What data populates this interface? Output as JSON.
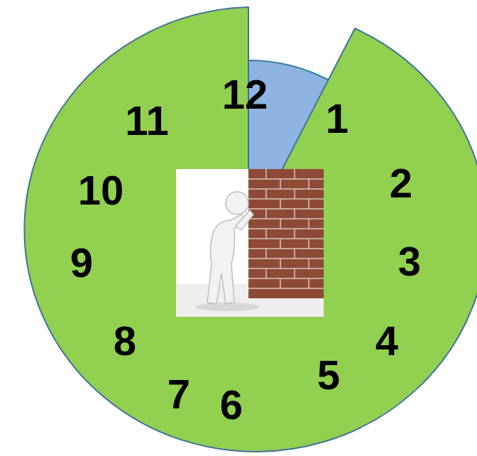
{
  "diagram": {
    "labels": [
      "12",
      "11",
      "1",
      "10",
      "2",
      "9",
      "3",
      "8",
      "4",
      "5",
      "7",
      "6"
    ]
  }
}
